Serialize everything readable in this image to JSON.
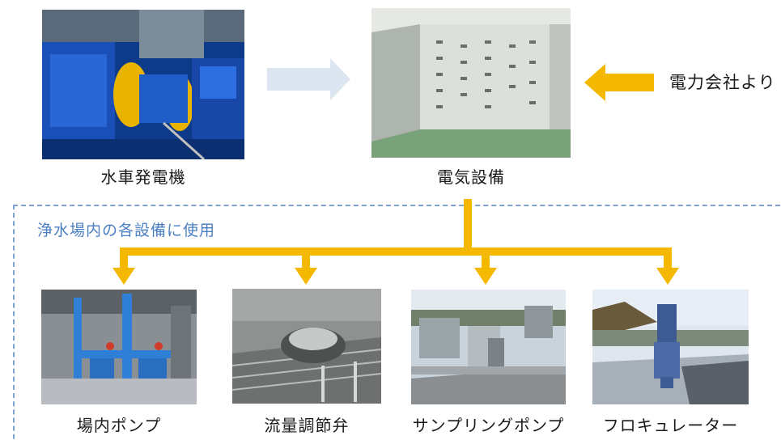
{
  "source": {
    "turbine_caption": "水車発電機",
    "electrical_caption": "電気設備",
    "power_company_label": "電力会社より"
  },
  "area": {
    "label": "浄水場内の各設備に使用"
  },
  "equipment": [
    {
      "caption": "場内ポンプ"
    },
    {
      "caption": "流量調節弁"
    },
    {
      "caption": "サンプリングポンプ"
    },
    {
      "caption": "フロキュレーター"
    }
  ],
  "colors": {
    "flow_arrow": "#f5b800",
    "light_arrow": "#dbe6f1",
    "dashed_border": "#7fa3cf",
    "area_label": "#4a7fc2"
  }
}
